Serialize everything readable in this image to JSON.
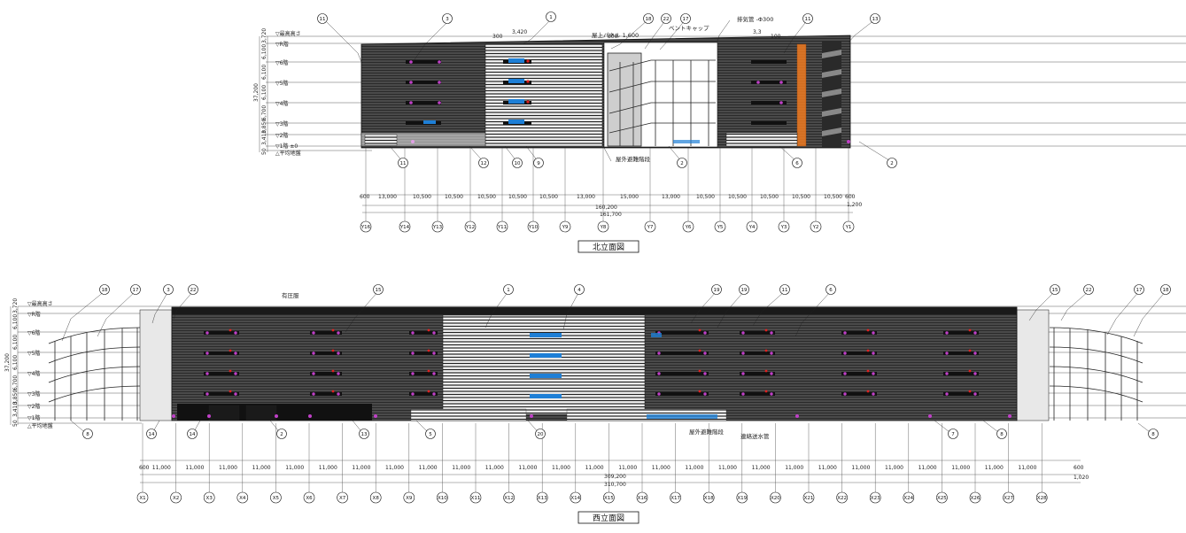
{
  "north": {
    "title": "北立面図",
    "levels": [
      "▽最高高さ",
      "▽R階",
      "▽6階",
      "▽5階",
      "▽4階",
      "▽3階",
      "▽2階",
      "▽1階 ±0",
      "△平均地盤"
    ],
    "left_dims": [
      "3,720",
      "6,100",
      "6,100",
      "6,100",
      "6,700",
      "3,850",
      "3,410",
      "50"
    ],
    "total_height": "37,200",
    "top_dims": [
      "3,420",
      "300",
      "800",
      "3,3",
      "100"
    ],
    "callouts": [
      "11",
      "3",
      "1",
      "18",
      "22",
      "17",
      "11",
      "13",
      "11",
      "12",
      "10",
      "9",
      "2",
      "6",
      "2"
    ],
    "notes": [
      "屋上パネル 1,600",
      "ベントキャップ",
      "排気管 ‐Φ300",
      "屋外避難階段"
    ],
    "spans": [
      "600",
      "13,000",
      "10,500",
      "10,500",
      "10,500",
      "10,500",
      "10,500",
      "13,000",
      "15,000",
      "13,000",
      "10,500",
      "10,500",
      "10,500",
      "10,500",
      "10,500",
      "600"
    ],
    "overall": [
      "160,200",
      "161,700"
    ],
    "overall_right": "1,200",
    "axes": [
      "Y16",
      "Y14",
      "Y13",
      "Y12",
      "Y11",
      "Y10",
      "Y9",
      "Y8",
      "Y7",
      "Y6",
      "Y5",
      "Y4",
      "Y3",
      "Y2",
      "Y1"
    ]
  },
  "west": {
    "title": "西立面図",
    "levels": [
      "▽最高高さ",
      "▽R階",
      "▽6階",
      "▽5階",
      "▽4階",
      "▽3階",
      "▽2階",
      "▽1階",
      "△平均地盤"
    ],
    "left_dims": [
      "3,720",
      "6,100",
      "6,100",
      "6,100",
      "6,700",
      "3,850",
      "3,410",
      "50"
    ],
    "total_height": "37,200",
    "callouts": [
      "18",
      "17",
      "3",
      "22",
      "15",
      "1",
      "4",
      "19",
      "19",
      "11",
      "6",
      "15",
      "22",
      "17",
      "18",
      "8",
      "14",
      "14",
      "2",
      "13",
      "5",
      "20",
      "7",
      "8",
      "8"
    ],
    "notes": [
      "有圧服",
      "屋外避難階段",
      "連絡送水管"
    ],
    "spans": [
      "600",
      "11,000",
      "11,000",
      "11,000",
      "11,000",
      "11,000",
      "11,000",
      "11,000",
      "11,000",
      "11,000",
      "11,000",
      "11,000",
      "11,000",
      "11,000",
      "11,000",
      "11,000",
      "11,000",
      "11,000",
      "11,000",
      "11,000",
      "11,000",
      "11,000",
      "11,000",
      "11,000",
      "11,000",
      "11,000",
      "11,000",
      "11,000",
      "600"
    ],
    "overall": [
      "309,200",
      "310,700"
    ],
    "overall_right": "1,020",
    "axes": [
      "X1",
      "X2",
      "X3",
      "X4",
      "X5",
      "X6",
      "X7",
      "X8",
      "X9",
      "X10",
      "X11",
      "X12",
      "X13",
      "X14",
      "X15",
      "X16",
      "X17",
      "X18",
      "X19",
      "X20",
      "X21",
      "X22",
      "X23",
      "X24",
      "X25",
      "X26",
      "X27",
      "X28"
    ]
  },
  "colors": {
    "facade": "#3a3a3a",
    "louver": "#2a2a2a",
    "accent_blue": "#1e7fd6",
    "accent_magenta": "#c040c8",
    "accent_red": "#e02020",
    "accent_orange": "#f07a20",
    "line": "#111111"
  }
}
